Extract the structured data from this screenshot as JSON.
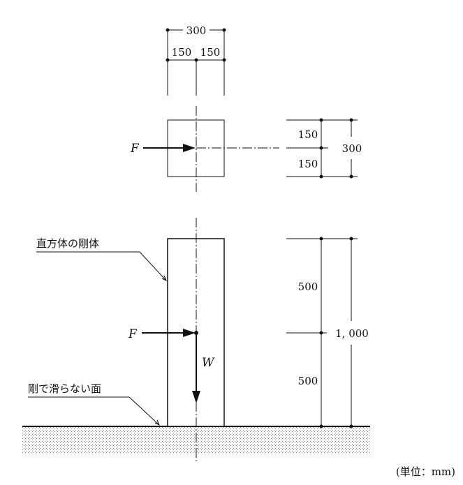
{
  "plan_view": {
    "dim_total_width": "300",
    "dim_half_left": "150",
    "dim_half_right": "150",
    "dim_half_top": "150",
    "dim_half_bottom": "150",
    "dim_total_depth": "300",
    "force_label": "F"
  },
  "elevation_view": {
    "body_label": "直方体の剛体",
    "ground_label": "剛で滑らない面",
    "dim_upper": "500",
    "dim_lower": "500",
    "dim_total_height": "1, 000",
    "force_label": "F",
    "weight_label": "W"
  },
  "unit_note": "(単位：mm)"
}
